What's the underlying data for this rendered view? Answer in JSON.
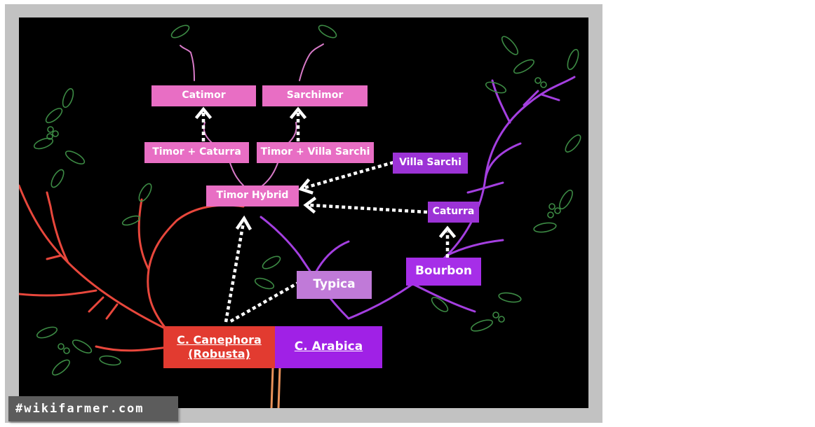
{
  "diagram": {
    "nodes": {
      "catimor": "Catimor",
      "sarchimor": "Sarchimor",
      "timor_caturra": "Timor + Caturra",
      "timor_villa_sarchi": "Timor + Villa Sarchi",
      "villa_sarchi": "Villa Sarchi",
      "timor_hybrid": "Timor Hybrid",
      "caturra": "Caturra",
      "bourbon": "Bourbon",
      "typica": "Typica",
      "canephora_line1": "C. Canephora",
      "canephora_line2": "(Robusta)",
      "arabica": "C. Arabica"
    },
    "edges": [
      {
        "from": "timor_caturra",
        "to": "catimor"
      },
      {
        "from": "timor_villa_sarchi",
        "to": "sarchimor"
      },
      {
        "from": "villa_sarchi",
        "to": "timor_hybrid"
      },
      {
        "from": "caturra",
        "to": "timor_hybrid"
      },
      {
        "from": "canephora",
        "to": "timor_hybrid"
      },
      {
        "from": "typica",
        "to": "canephora"
      },
      {
        "from": "bourbon",
        "to": "caturra"
      }
    ],
    "colors": {
      "background": "#000000",
      "frame": "#c2c2c2",
      "pink_node": "#e86ec4",
      "violet_node": "#9c33d6",
      "robusta": "#e23b30",
      "arabica": "#a021e6",
      "robusta_branch": "#e8473c",
      "arabica_branch": "#a43fe0",
      "leaf": "#3c8a44",
      "arrow": "#ffffff"
    }
  },
  "watermark": "#wikifarmer.com"
}
